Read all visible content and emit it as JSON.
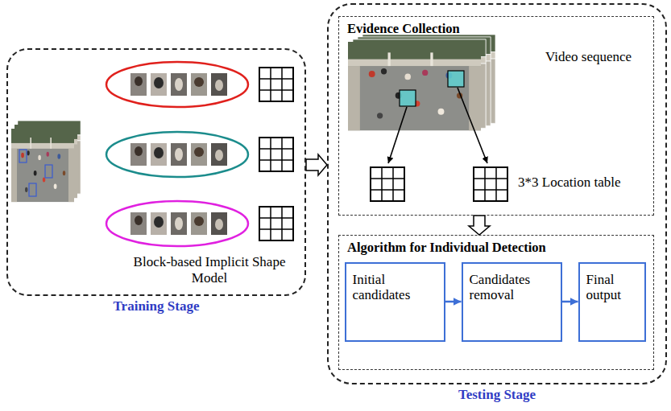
{
  "diagram": {
    "nodes": [
      {
        "text": [
          "Block-based Implicit Shape Model",
          "Training Stage"
        ]
      },
      {
        "text": [
          "Testing Stage"
        ]
      },
      {
        "text": [
          "Evidence Collection",
          "Video sequence",
          "3*3 Location table"
        ],
        "in": 1
      },
      {
        "text": [
          "Algorithm for Individual Detection"
        ],
        "in": 1
      },
      {
        "text": [
          "Initial candidates"
        ],
        "in": 3
      },
      {
        "text": [
          "Candidates removal"
        ],
        "in": 3
      },
      {
        "text": [
          "Final output"
        ],
        "in": 3
      }
    ],
    "edges": [
      {
        "from": 0,
        "to": 1,
        "arrow": "to"
      },
      {
        "from": 2,
        "to": 3,
        "arrow": "to"
      },
      {
        "from": 4,
        "to": 5,
        "arrow": "to"
      },
      {
        "from": 5,
        "to": 6,
        "arrow": "to"
      }
    ]
  }
}
